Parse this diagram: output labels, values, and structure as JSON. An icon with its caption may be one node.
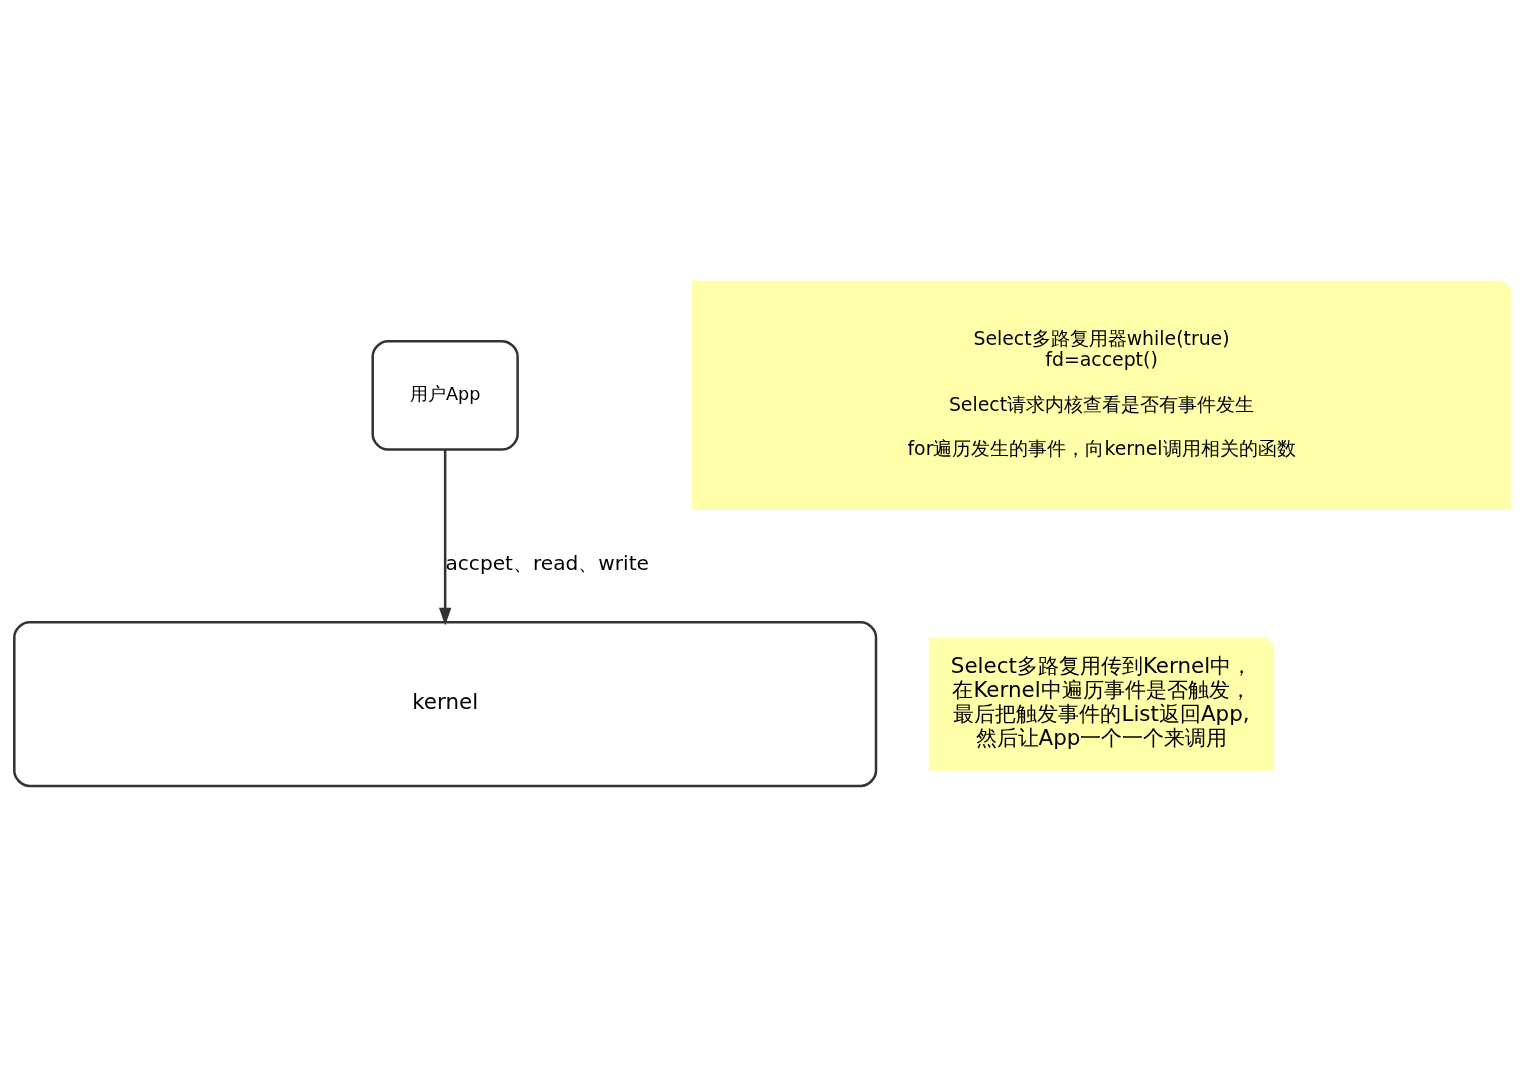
{
  "diagram": {
    "nodes": [
      {
        "text": [
          "用户App"
        ]
      },
      {
        "text": [
          "Select多路复用器while(true) fd=accept()",
          "Select请求内核查看是否有事件发生",
          "for遍历发生的事件，向kernel调用相关的函数"
        ]
      },
      {
        "text": [
          "Select多路复用传到Kernel中，在Kernel中遍历事件是否触发，最后把触发事件的List返回App,然后让App一个一个来调用"
        ]
      },
      {
        "text": [
          "kernel"
        ]
      }
    ],
    "edges": [
      {
        "from": 0,
        "to": 3,
        "arrow": "to",
        "label": "accpet、read、write"
      }
    ]
  }
}
